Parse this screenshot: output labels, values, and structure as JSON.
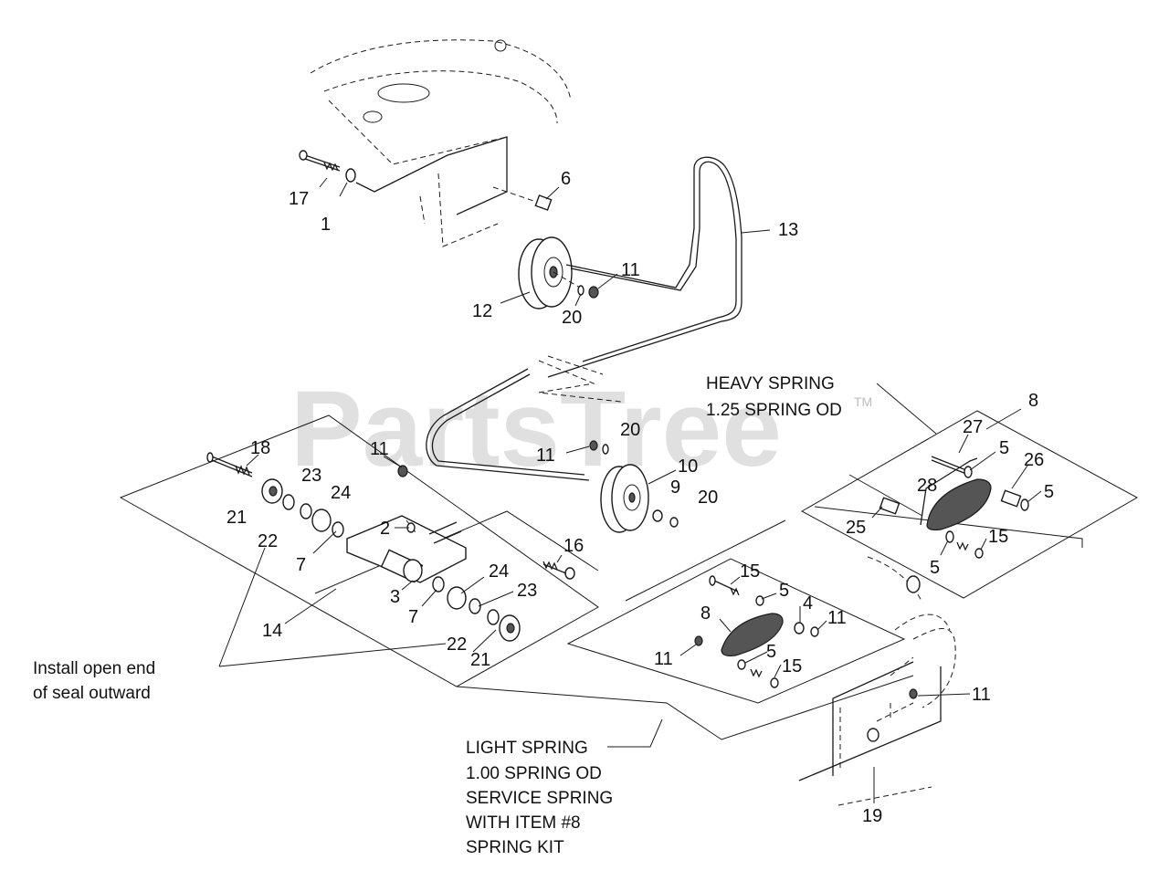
{
  "watermark": {
    "text": "PartsTree",
    "trademark": "TM"
  },
  "notes": {
    "heavy_spring": [
      "HEAVY SPRING",
      "1.25 SPRING OD"
    ],
    "light_spring": [
      "LIGHT SPRING",
      "1.00 SPRING OD",
      "SERVICE SPRING",
      "WITH ITEM #8",
      "SPRING KIT"
    ],
    "seal": [
      "Install open end",
      "of seal outward"
    ]
  },
  "callouts": [
    "17",
    "1",
    "6",
    "13",
    "11",
    "12",
    "20",
    "8",
    "27",
    "20",
    "11",
    "10",
    "26",
    "5",
    "5",
    "28",
    "9",
    "20",
    "18",
    "11",
    "23",
    "24",
    "2",
    "16",
    "25",
    "15",
    "21",
    "22",
    "7",
    "3",
    "24",
    "23",
    "15",
    "5",
    "4",
    "11",
    "8",
    "7",
    "14",
    "22",
    "21",
    "5",
    "15",
    "11",
    "11",
    "19"
  ]
}
